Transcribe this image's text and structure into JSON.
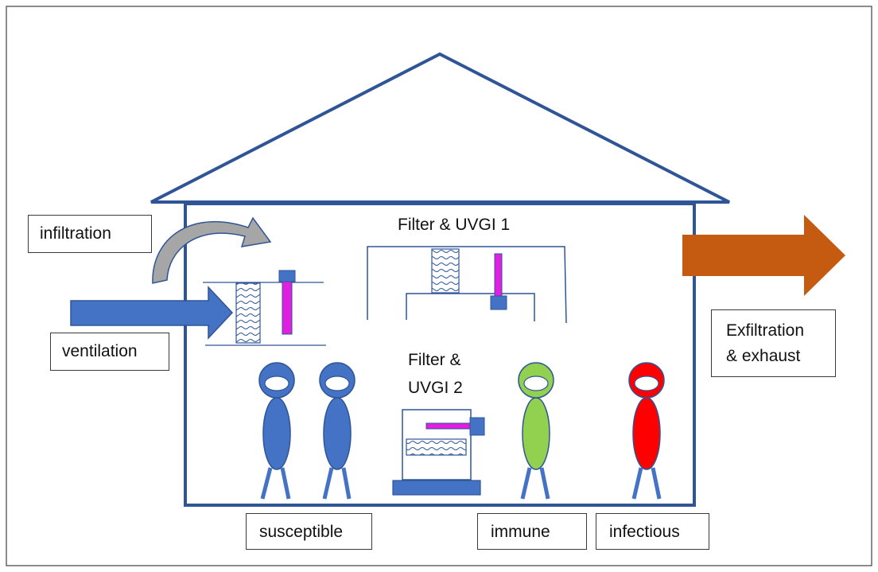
{
  "labels": {
    "infiltration": "infiltration",
    "ventilation": "ventilation",
    "filter_uvgi_1": "Filter & UVGI 1",
    "filter_uvgi_2_line1": "Filter &",
    "filter_uvgi_2_line2": "UVGI 2",
    "exfiltration_line1": "Exfiltration",
    "exfiltration_line2": "& exhaust",
    "susceptible": "susceptible",
    "immune": "immune",
    "infectious": "infectious"
  },
  "colors": {
    "house_outline": "#2f5597",
    "susceptible": "#4472c4",
    "immune": "#92d050",
    "infectious": "#ff0000",
    "ventilation_arrow": "#4472c4",
    "infiltration_arrow": "#a6a6a6",
    "exhaust_arrow": "#c55a11",
    "uv_lamp": "#e020e0",
    "device": "#4472c4"
  }
}
